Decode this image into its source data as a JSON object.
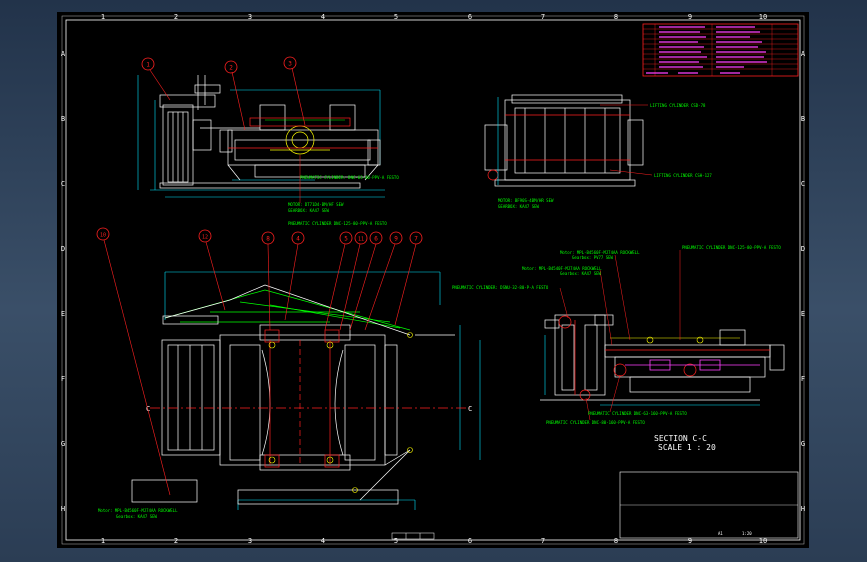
{
  "sheet": {
    "col_labels": [
      "1",
      "2",
      "3",
      "4",
      "5",
      "6",
      "7",
      "8",
      "9",
      "10"
    ],
    "row_labels": [
      "A",
      "B",
      "C",
      "D",
      "E",
      "F",
      "G",
      "H"
    ]
  },
  "views": {
    "section_title": "SECTION C-C",
    "scale": "SCALE 1 : 20",
    "section_letter": "C"
  },
  "callouts": {
    "top": [
      "1",
      "2",
      "3"
    ],
    "bottom": [
      "10",
      "12",
      "8",
      "4",
      "5",
      "11",
      "6",
      "9",
      "7"
    ]
  },
  "notes": {
    "motor_top": "MOTOR: DT71D4-BM/HF SEW",
    "gearbox_top": "GEARBOX: KA47 SEW",
    "pneu_top": "PNEUMATIC CYLINDER: DNC-63-40-PPV-A FESTO",
    "pneu_bottom_hdr": "PNEUMATIC CYLINDER DNC-125-80-PPV-A FESTO",
    "lifting_cyl": "LIFTING CYLINDER CSD-78",
    "lifting_cyl2": "LIFTING CYLINDER CSH-127",
    "motor_right": "MOTOR: BF90S-4BM/HR SEW",
    "gearbox_right": "GEARBOX: KA47 SEW",
    "motor_sec1": "Motor: MPL-B4560F-MJ74AA ROCKWELL",
    "gear_sec1": "Gearbox: PV77 SEW",
    "motor_sec2": "Motor: MPL-B4540F-MJ74AA ROCKWELL",
    "gear_sec2": "Gearbox: KA47 SEW",
    "pneu_sec": "PNEUMATIC CYLINDER: DSNU-32-80-P-A FESTO",
    "pneu_sec_r": "PNEUMATIC CYLINDER DNC-125-80-PPV-A FESTO",
    "pneu_sec_b1": "PNEUMATIC CYLINDER DNC-63-160-PPV-A FESTO",
    "pneu_sec_b2": "PNEUMATIC CYLINDER DNC-80-160-PPV-A FESTO",
    "motor_bl": "Motor: MPL-B4560F-MJ74AA ROCKWELL",
    "gear_bl": "Gearbox: KA47 SEW"
  },
  "title_block": {
    "sheet": "A1",
    "scale": "1:20"
  },
  "colors": {
    "sheet": "#000000",
    "frame": "#ffffff",
    "outline": "#ffffff",
    "dimension": "#00e5ff",
    "notes": "#00ff00",
    "balloon": "#ff2020",
    "hidden": "#ffff00",
    "parts": "#ff40ff"
  }
}
